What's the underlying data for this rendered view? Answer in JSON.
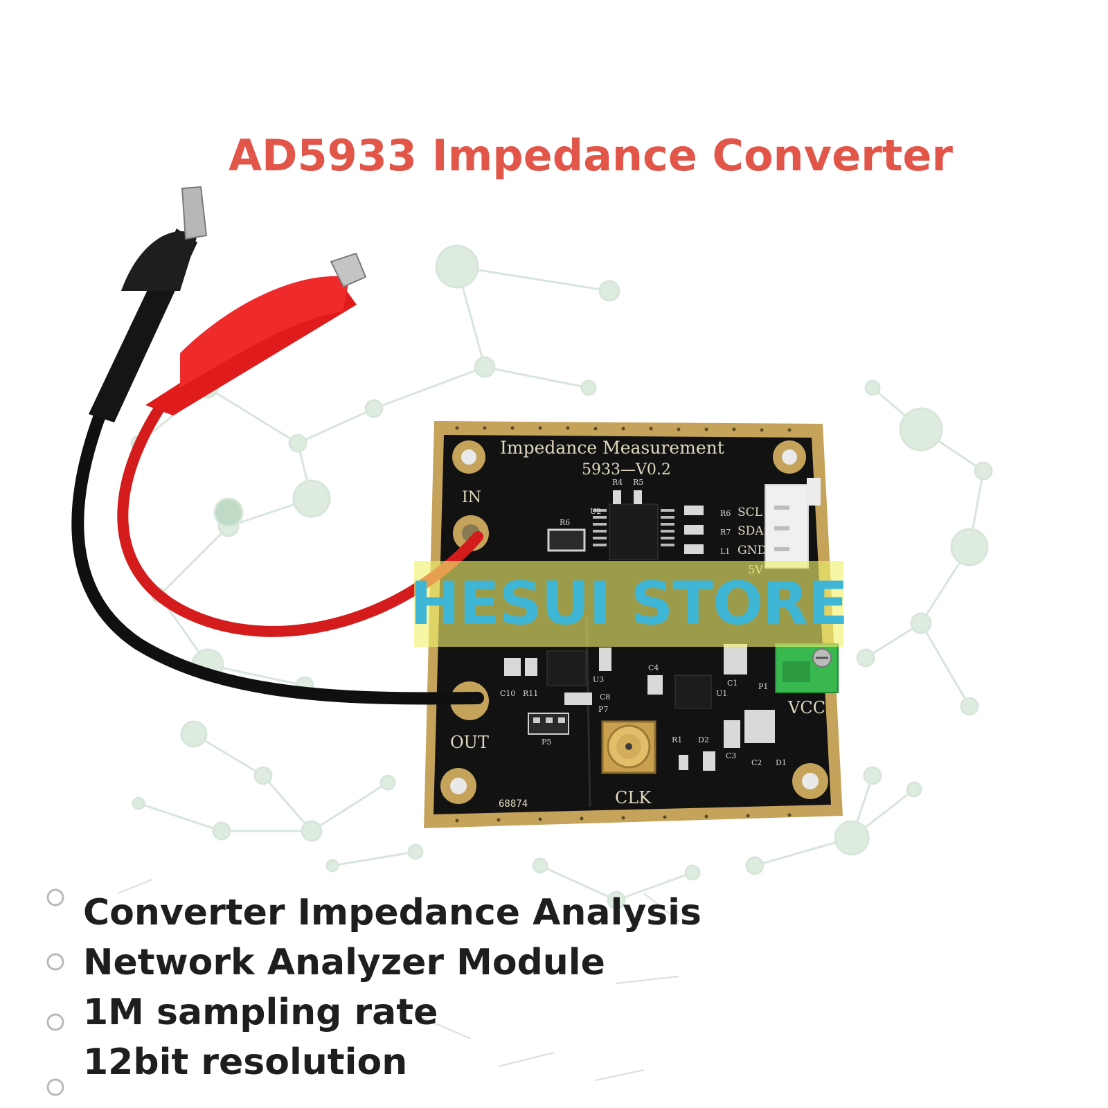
{
  "title": "AD5933 Impedance Converter",
  "watermark": "HESUI STORE",
  "board": {
    "header": "Impedance  Measurement",
    "version": "5933—V0.2",
    "serial": "68874",
    "labels": {
      "in": "IN",
      "out": "OUT",
      "clk": "CLK",
      "vcc": "VCC",
      "scl": "SCL",
      "sda": "SDA",
      "gnd": "GND",
      "v5": "5V"
    },
    "refs": {
      "r4": "R4",
      "r5": "R5",
      "u2": "U2",
      "r6a": "R6",
      "r6": "R6",
      "r7": "R7",
      "l1": "L1",
      "c10": "C10",
      "r11": "R11",
      "u3": "U3",
      "c8": "C8",
      "p7": "P7",
      "p5": "P5",
      "c4": "C4",
      "u1": "U1",
      "c1": "C1",
      "p1": "P1",
      "r1": "R1",
      "d2": "D2",
      "c3": "C3",
      "c2": "C2",
      "d1": "D1"
    }
  },
  "features": [
    "Converter Impedance Analysis",
    "Network Analyzer Module",
    "1M sampling rate",
    "12bit resolution"
  ]
}
